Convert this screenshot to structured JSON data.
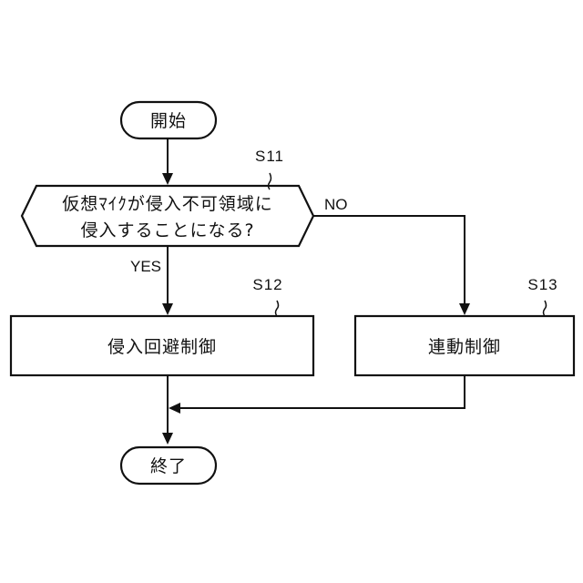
{
  "nodes": {
    "start": {
      "text": "開始"
    },
    "decision": {
      "line1": "仮想ﾏｲｸが侵入不可領域に",
      "line2": "侵入することになる?",
      "step": "S11"
    },
    "avoid": {
      "text": "侵入回避制御",
      "step": "S12"
    },
    "link": {
      "text": "連動制御",
      "step": "S13"
    },
    "end": {
      "text": "終了"
    }
  },
  "branches": {
    "yes": "YES",
    "no": "NO"
  },
  "colors": {
    "stroke": "#111111",
    "fill": "#ffffff"
  }
}
